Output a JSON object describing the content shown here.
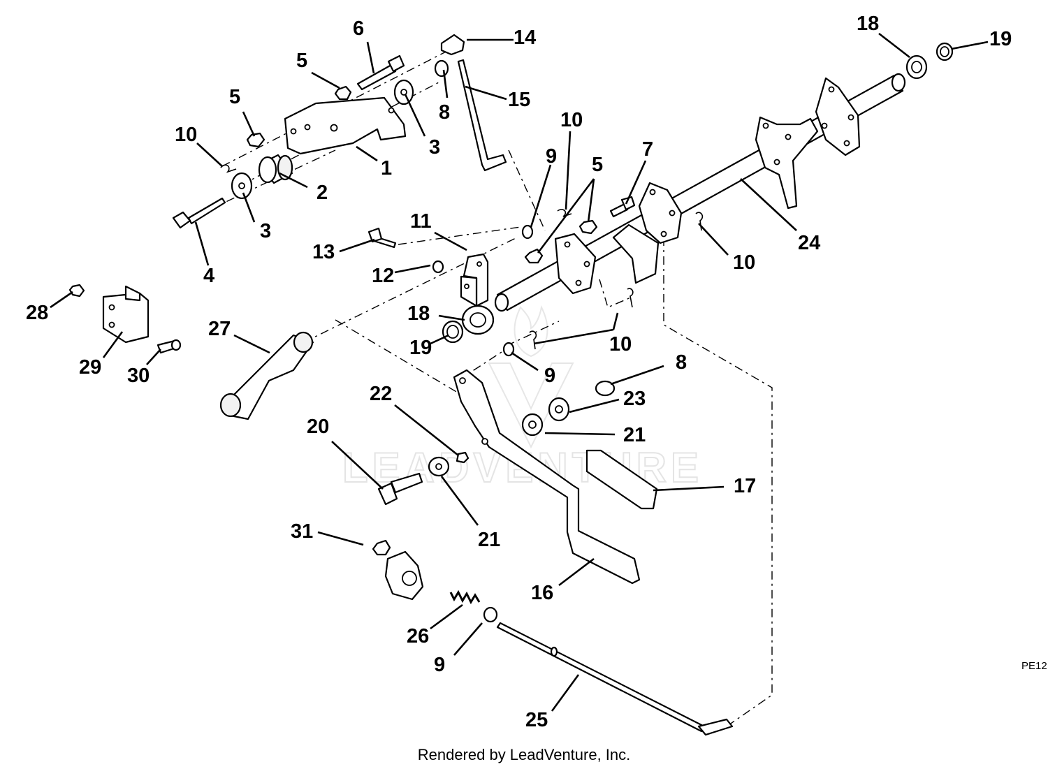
{
  "watermark": "LEADVENTURE",
  "drawing_code": "PE12",
  "footer": "Rendered by LeadVenture, Inc.",
  "callouts": [
    {
      "id": "c1",
      "text": "1"
    },
    {
      "id": "c2",
      "text": "2"
    },
    {
      "id": "c3a",
      "text": "3"
    },
    {
      "id": "c3b",
      "text": "3"
    },
    {
      "id": "c4",
      "text": "4"
    },
    {
      "id": "c5a",
      "text": "5"
    },
    {
      "id": "c5b",
      "text": "5"
    },
    {
      "id": "c5c",
      "text": "5"
    },
    {
      "id": "c6",
      "text": "6"
    },
    {
      "id": "c7",
      "text": "7"
    },
    {
      "id": "c8a",
      "text": "8"
    },
    {
      "id": "c8b",
      "text": "8"
    },
    {
      "id": "c9a",
      "text": "9"
    },
    {
      "id": "c9b",
      "text": "9"
    },
    {
      "id": "c9c",
      "text": "9"
    },
    {
      "id": "c10a",
      "text": "10"
    },
    {
      "id": "c10b",
      "text": "10"
    },
    {
      "id": "c10c",
      "text": "10"
    },
    {
      "id": "c10d",
      "text": "10"
    },
    {
      "id": "c11",
      "text": "11"
    },
    {
      "id": "c12",
      "text": "12"
    },
    {
      "id": "c13",
      "text": "13"
    },
    {
      "id": "c14",
      "text": "14"
    },
    {
      "id": "c15",
      "text": "15"
    },
    {
      "id": "c16",
      "text": "16"
    },
    {
      "id": "c17",
      "text": "17"
    },
    {
      "id": "c18a",
      "text": "18"
    },
    {
      "id": "c18b",
      "text": "18"
    },
    {
      "id": "c19a",
      "text": "19"
    },
    {
      "id": "c19b",
      "text": "19"
    },
    {
      "id": "c20",
      "text": "20"
    },
    {
      "id": "c21a",
      "text": "21"
    },
    {
      "id": "c21b",
      "text": "21"
    },
    {
      "id": "c22",
      "text": "22"
    },
    {
      "id": "c23",
      "text": "23"
    },
    {
      "id": "c24",
      "text": "24"
    },
    {
      "id": "c25",
      "text": "25"
    },
    {
      "id": "c26",
      "text": "26"
    },
    {
      "id": "c27",
      "text": "27"
    },
    {
      "id": "c28",
      "text": "28"
    },
    {
      "id": "c29",
      "text": "29"
    },
    {
      "id": "c30",
      "text": "30"
    },
    {
      "id": "c31",
      "text": "31"
    }
  ]
}
